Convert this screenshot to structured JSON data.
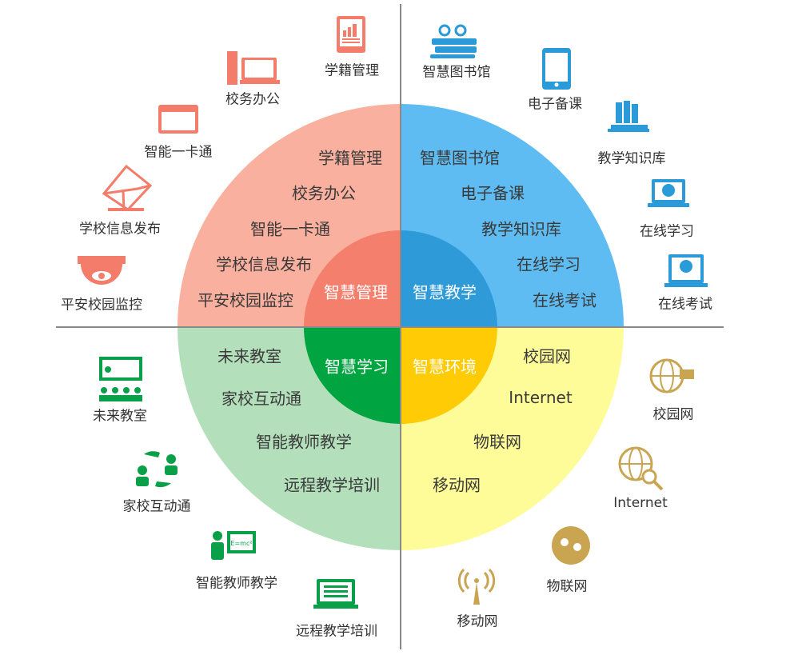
{
  "colors": {
    "mgmt_outer": "#fab09f",
    "mgmt_inner": "#f47f6d",
    "teach_outer": "#5fbcf2",
    "teach_inner": "#2e9bd8",
    "learn_outer": "#b3dfbb",
    "learn_inner": "#00a440",
    "env_outer": "#fefc98",
    "env_inner": "#ffcb05",
    "line": "#8a8a8a"
  },
  "core": {
    "mgmt": "智慧管理",
    "teach": "智慧教学",
    "learn": "智慧学习",
    "env": "智慧环境"
  },
  "mgmt": {
    "items": [
      "学籍管理",
      "校务办公",
      "智能一卡通",
      "学校信息发布",
      "平安校园监控"
    ]
  },
  "teach": {
    "items": [
      "智慧图书馆",
      "电子备课",
      "教学知识库",
      "在线学习",
      "在线考试"
    ]
  },
  "learn": {
    "items": [
      "未来教室",
      "家校互动通",
      "智能教师教学",
      "远程教学培训"
    ]
  },
  "env": {
    "items": [
      "校园网",
      "Internet",
      "物联网",
      "移动网"
    ]
  }
}
